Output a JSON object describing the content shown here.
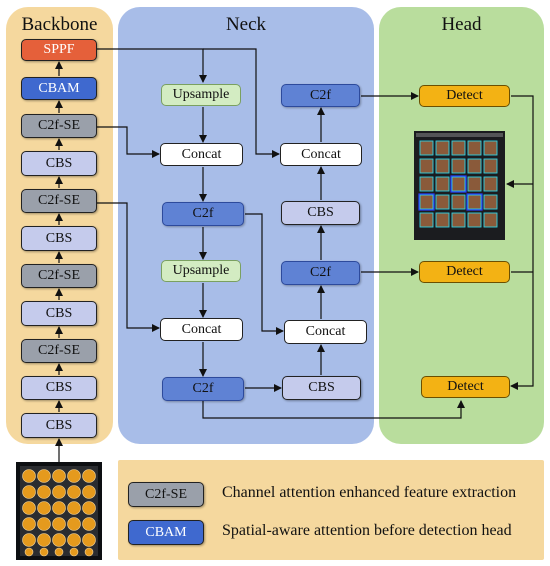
{
  "sections": {
    "backbone": "Backbone",
    "neck": "Neck",
    "head": "Head"
  },
  "backbone": {
    "sppf": "SPPF",
    "cbam": "CBAM",
    "c2fse_top": "C2f-SE",
    "cbs_1": "CBS",
    "c2fse_2": "C2f-SE",
    "cbs_2": "CBS",
    "c2fse_3": "C2f-SE",
    "cbs_3": "CBS",
    "c2fse_4": "C2f-SE",
    "cbs_4": "CBS",
    "cbs_5": "CBS"
  },
  "neck": {
    "upsample_1": "Upsample",
    "concat_1": "Concat",
    "c2f_1": "C2f",
    "upsample_2": "Upsample",
    "concat_2": "Concat",
    "c2f_2": "C2f",
    "c2f_top": "C2f",
    "concat_top": "Concat",
    "cbs_mid": "CBS",
    "c2f_mid": "C2f",
    "concat_mid": "Concat",
    "cbs_bottom": "CBS"
  },
  "head": {
    "detect_1": "Detect",
    "detect_2": "Detect",
    "detect_3": "Detect"
  },
  "legend": [
    {
      "label": "C2f-SE",
      "text": "Channel attention enhanced feature extraction"
    },
    {
      "label": "CBAM",
      "text": "Spatial-aware attention before detection head"
    }
  ],
  "colors": {
    "backbone_bg": "#f5d89e",
    "neck_bg": "#a8bde8",
    "head_bg": "#b9dd9d",
    "cbs": "#c5cbec",
    "c2f_se": "#9aa0aa",
    "cbam": "#3f69cf",
    "sppf": "#e5603a",
    "upsample": "#d3ecc2",
    "c2f": "#5f82d4",
    "detect": "#f3b214"
  }
}
